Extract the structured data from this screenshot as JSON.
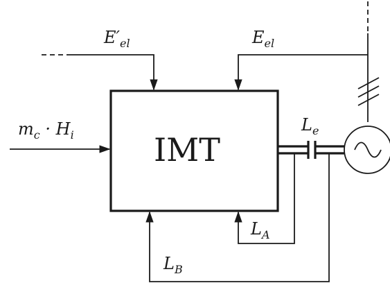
{
  "block": {
    "label": "IMT"
  },
  "inputs": {
    "mass_heat": {
      "text": "m",
      "sub": "c",
      "mid": " · H",
      "sub2": "i"
    },
    "e_el_prime": {
      "text": "E′",
      "sub": "el"
    },
    "e_el": {
      "text": "E",
      "sub": "el"
    }
  },
  "links": {
    "le": {
      "text": "L",
      "sub": "e"
    },
    "la": {
      "text": "L",
      "sub": "A"
    },
    "lb": {
      "text": "L",
      "sub": "B"
    }
  },
  "generator": {
    "symbol": "~"
  }
}
